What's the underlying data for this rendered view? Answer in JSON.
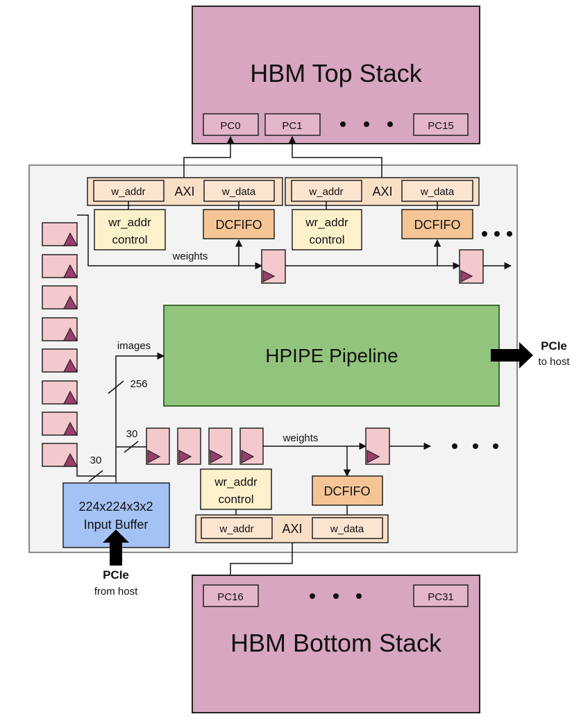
{
  "top_stack": {
    "title": "HBM Top Stack",
    "channels": [
      "PC0",
      "PC1",
      "PC15"
    ]
  },
  "bottom_stack": {
    "title": "HBM Bottom Stack",
    "channels": [
      "PC16",
      "PC31"
    ]
  },
  "axi": {
    "label": "AXI",
    "addr_port": "w_addr",
    "data_port": "w_data"
  },
  "wr_addr_control": [
    "wr_addr",
    "control"
  ],
  "fifo_label": "DCFIFO",
  "pipeline_label": "HPIPE Pipeline",
  "input_buffer": [
    "224x224x3x2",
    "Input Buffer"
  ],
  "wires": {
    "weights": "weights",
    "images": "images",
    "width_256": "256",
    "width_30": "30"
  },
  "pcie": {
    "label": "PCIe",
    "to_host": "to host",
    "from_host": "from host"
  }
}
